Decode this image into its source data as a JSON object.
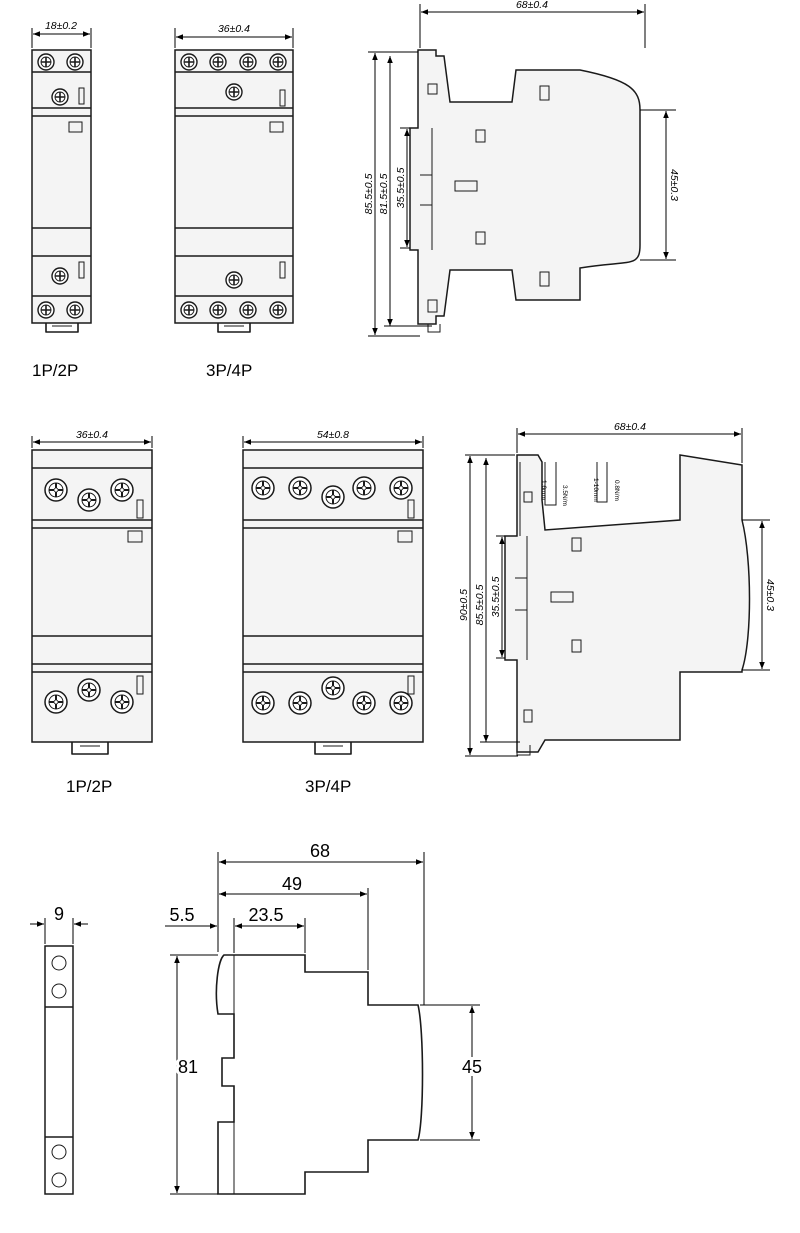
{
  "row1": {
    "narrow_width": "18±0.2",
    "wide_width": "36±0.4",
    "side_depth": "68±0.4",
    "side_h1": "85.5±0.5",
    "side_h2": "81.5±0.5",
    "side_h3": "35.5±0.5",
    "side_h4": "45±0.3",
    "caption_left": "1P/2P",
    "caption_right": "3P/4P"
  },
  "row2": {
    "narrow_width": "36±0.4",
    "wide_width": "54±0.8",
    "side_depth": "68±0.4",
    "side_h1": "90±0.5",
    "side_h2": "85.5±0.5",
    "side_h3": "35.5±0.5",
    "side_h4": "45±0.3",
    "note_1": "1.6mm",
    "note_2": "3.5N/m",
    "note_3": "1-10mm",
    "note_4": "0.8N/m",
    "caption_left": "1P/2P",
    "caption_right": "3P/4P"
  },
  "row3": {
    "front_width": "9",
    "depth_total": "68",
    "depth_mid": "49",
    "depth_offset": "5.5",
    "depth_step": "23.5",
    "height": "81",
    "height_front": "45"
  }
}
